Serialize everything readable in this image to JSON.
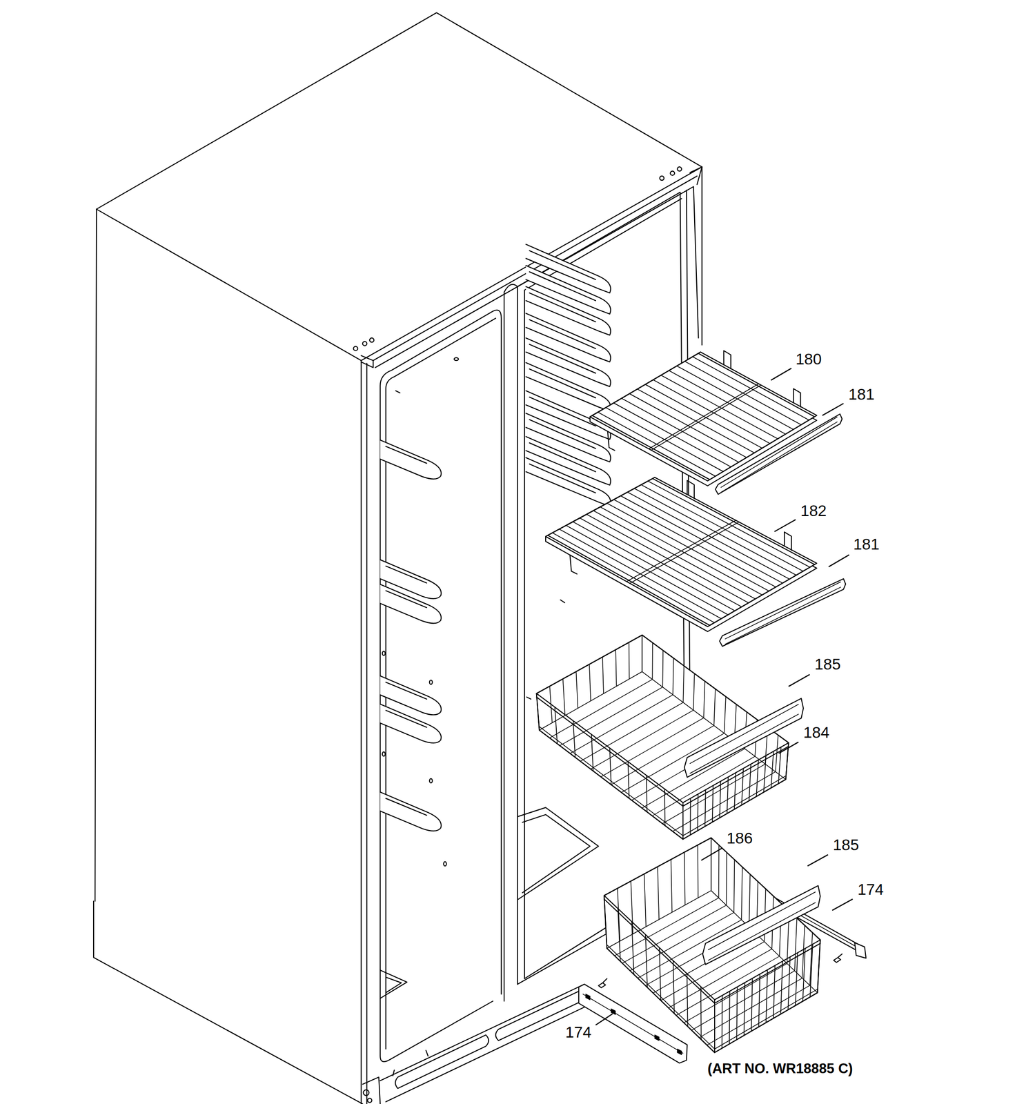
{
  "diagram": {
    "labels": [
      "180",
      "181",
      "182",
      "181",
      "185",
      "184",
      "186",
      "185",
      "174",
      "174",
      "(ART NO. WR18885 C)"
    ]
  }
}
